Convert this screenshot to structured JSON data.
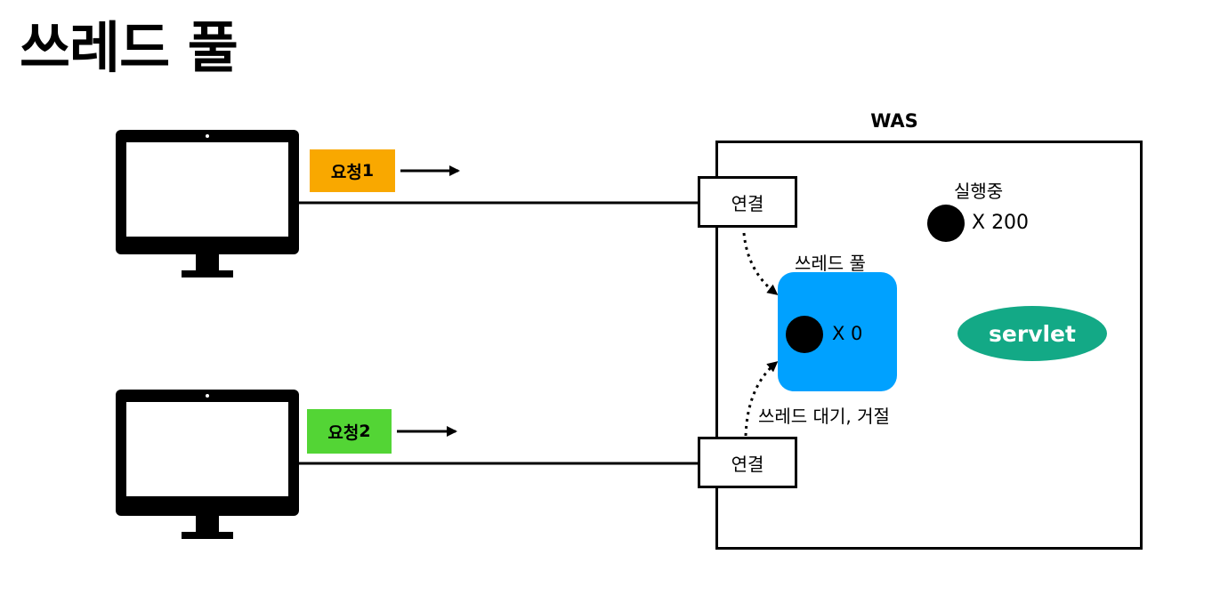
{
  "title": "쓰레드 풀",
  "requests": [
    {
      "label_prefix": "요청",
      "label_num": "1",
      "color": "#F9A800",
      "connection_label": "연결"
    },
    {
      "label_prefix": "요청",
      "label_num": "2",
      "color": "#53D535",
      "connection_label": "연결"
    }
  ],
  "was": {
    "label": "WAS",
    "running_label": "실행중",
    "running_count": "X 200",
    "pool_label": "쓰레드 풀",
    "pool_count": "X 0",
    "pool_color": "#00A1FF",
    "waiting_label": "쓰레드 대기, 거절",
    "servlet_label": "servlet",
    "servlet_color": "#13A986"
  }
}
